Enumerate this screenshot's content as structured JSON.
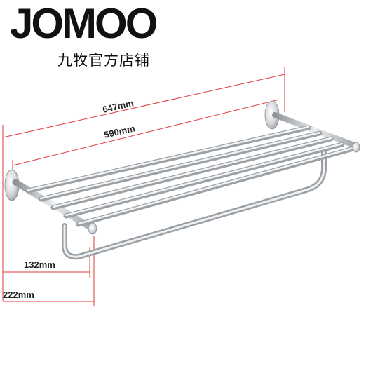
{
  "brand": {
    "logo_text": "JOMOO",
    "shop_name": "九牧官方店铺"
  },
  "dimensions": {
    "overall_width": "647mm",
    "rail_length": "590mm",
    "depth_upper": "132mm",
    "depth_total": "222mm"
  },
  "colors": {
    "dimension_line": "#e03a3a",
    "metal": "#c8ccd0",
    "text": "#111111"
  }
}
